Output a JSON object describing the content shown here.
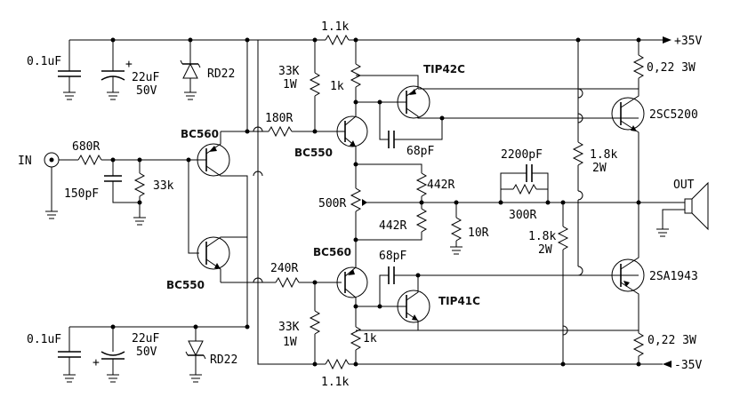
{
  "rails": {
    "positive": "+35V",
    "negative": "-35V"
  },
  "io": {
    "input": "IN",
    "output": "OUT"
  },
  "transistors": {
    "q_in_top": "BC560",
    "q_in_bottom": "BC550",
    "q_drv_top": "BC550",
    "q_drv_bottom": "BC560",
    "q_pre_top": "TIP42C",
    "q_pre_bottom": "TIP41C",
    "q_out_top": "2SC5200",
    "q_out_bottom": "2SA1943"
  },
  "components": {
    "c_top_filter": "0.1uF",
    "c_top_elec_value": "22uF",
    "c_top_elec_voltage": "50V",
    "d_top": "RD22",
    "r_top_rail": "1.1k",
    "r_33k_top_value": "33K",
    "r_33k_top_power": "1W",
    "r_1k_top": "1k",
    "r_180": "180R",
    "r_in": "680R",
    "c_in": "150pF",
    "r_in_shunt": "33k",
    "c_comp_top": "68pF",
    "c_feedback": "2200pF",
    "r_442_top": "442R",
    "r_bias_pot": "500R",
    "r_442_bottom": "442R",
    "r_feedback": "300R",
    "r_zobel": "10R",
    "r_1k8_top_value": "1.8k",
    "r_1k8_top_power": "2W",
    "r_1k8_bot_value": "1.8k",
    "r_1k8_bot_power": "2W",
    "r_emitter_top": "0,22 3W",
    "r_emitter_bottom": "0,22 3W",
    "r_240": "240R",
    "c_comp_bottom": "68pF",
    "r_33k_bot_value": "33K",
    "r_33k_bot_power": "1W",
    "r_1k_bottom": "1k",
    "r_bottom_rail": "1.1k",
    "c_bot_filter": "0.1uF",
    "c_bot_elec_value": "22uF",
    "c_bot_elec_voltage": "50V",
    "d_bottom": "RD22"
  },
  "polarity": {
    "plus": "+"
  }
}
